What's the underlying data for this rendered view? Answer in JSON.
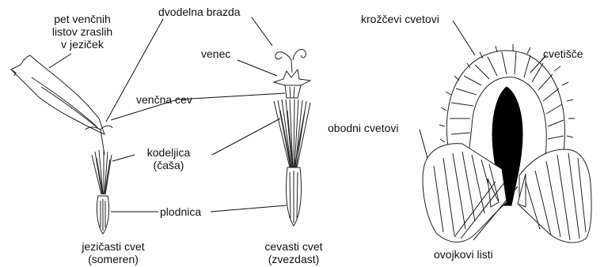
{
  "labels": {
    "ligulate_corolla": [
      "pet venčnih",
      "listov zraslih",
      "v jeziček"
    ],
    "style_groove": "dvodelna brazda",
    "corolla": "venec",
    "corolla_tube": "venčna cev",
    "calyx_line1": "kodeljica",
    "calyx_line2": "(čaša)",
    "ovary": "plodnica",
    "ligulate_flower": [
      "jezičasti cvet",
      "(someren)"
    ],
    "tubular_flower": [
      "cevasti cvet",
      "(zvezdast)"
    ],
    "disc_florets": "krožčevi cvetovi",
    "receptacle": "cvetišče",
    "ray_florets": "obodni cvetovi",
    "involucral_bracts": "ovojkovi listi"
  },
  "colors": {
    "ink": "#222222",
    "receptacle_fill": "#000000",
    "background": "#ffffff"
  }
}
